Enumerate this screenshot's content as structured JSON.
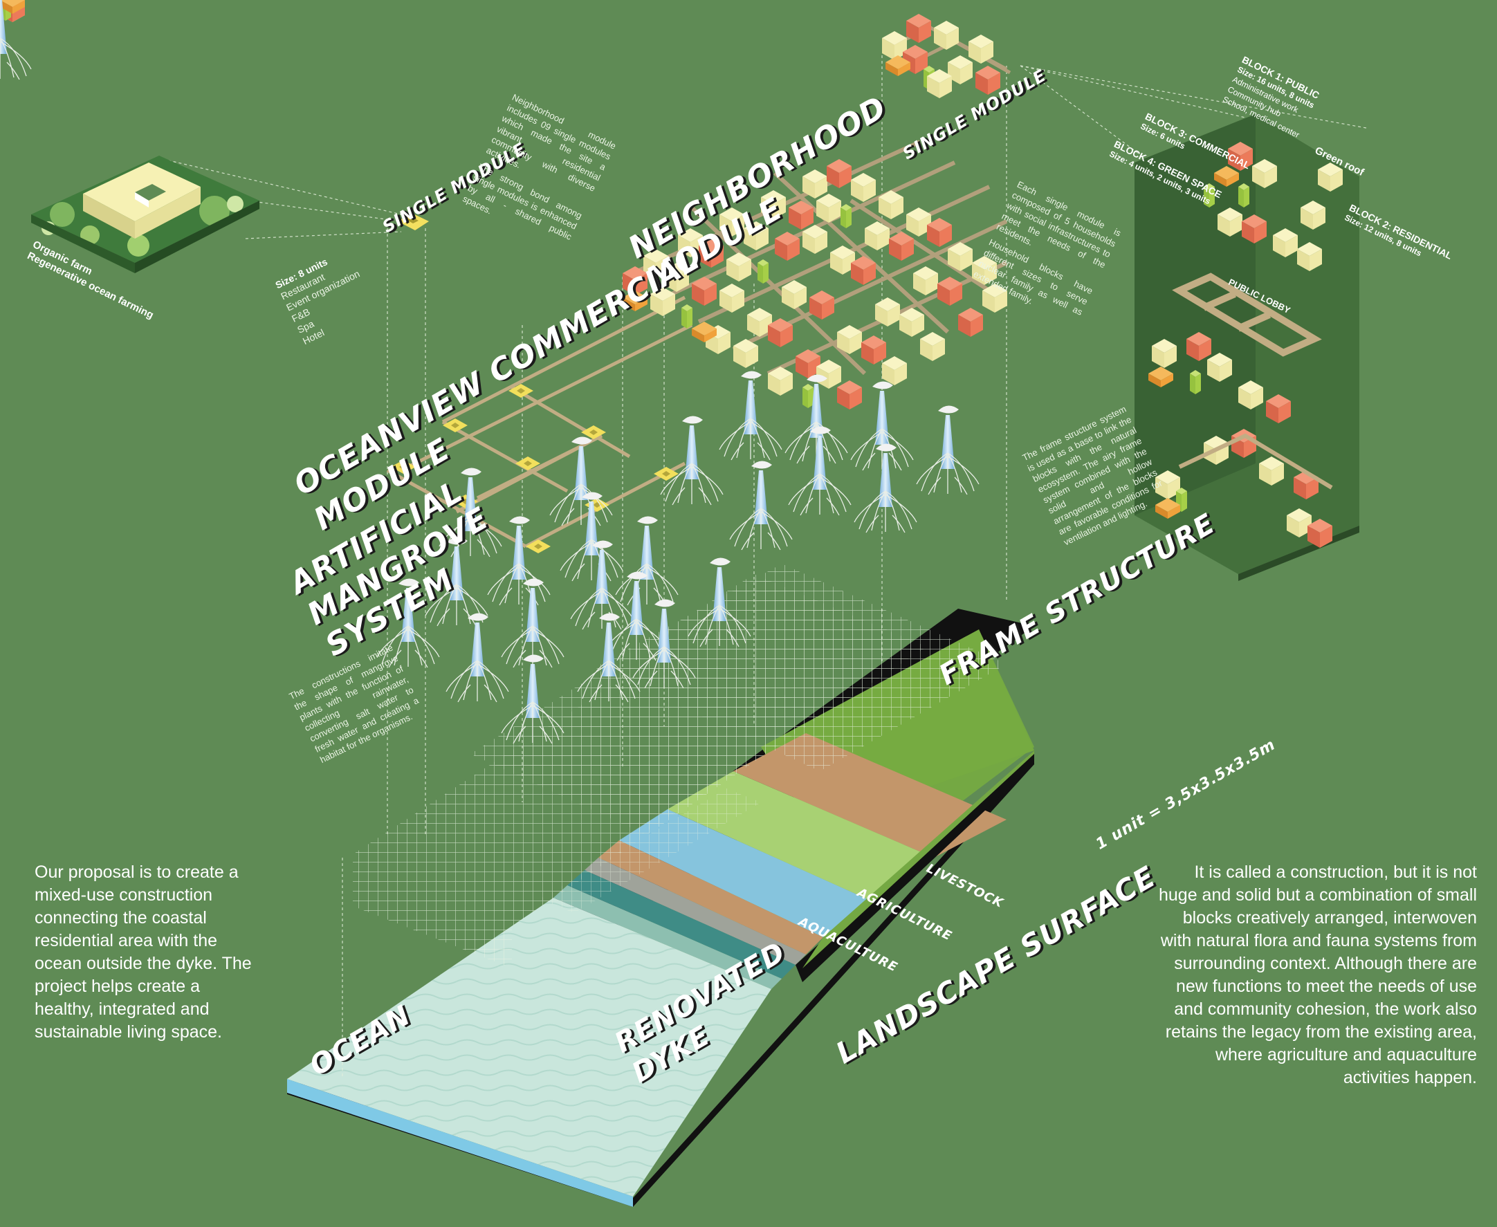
{
  "labels": {
    "neighborhood_module": "NEIGHBORHOOD MODULE",
    "neighborhood_l1": "NEIGHBORHOOD",
    "neighborhood_l2": "MODULE",
    "single_module_left": "SINGLE MODULE",
    "single_module_right": "SINGLE MODULE",
    "oceanview_l1": "OCEANVIEW COMMERCIAL",
    "oceanview_l2": "MODULE",
    "mangrove_l1": "ARTIFICIAL",
    "mangrove_l2": "MANGROVE",
    "mangrove_l3": "SYSTEM",
    "frame_structure": "FRAME STRUCTURE",
    "landscape_surface": "LANDSCAPE SURFACE",
    "ocean": "OCEAN",
    "dyke_l1": "RENOVATED",
    "dyke_l2": "DYKE",
    "livestock": "LIVESTOCK",
    "agriculture": "AGRICULTURE",
    "aquaculture": "AQUACULTURE",
    "unit": "1 unit = 3,5x3.5x3.5m",
    "organic_farm": "Organic farm",
    "ocean_farming": "Regenerative ocean farming",
    "green_roof": "Green roof",
    "public_lobby": "PUBLIC  LOBBY"
  },
  "single_module_info": {
    "size": "Size: 8 units",
    "items": [
      "Restaurant",
      "Event organization",
      "F&B",
      "Spa",
      "Hotel"
    ]
  },
  "neighborhood_text": {
    "p1": "Neighborhood module includes 09 single modules which made the site a vibrant residential community with diverse activities.",
    "p2": "The strong bond among single modules is enhanced by all - shared public spaces."
  },
  "single_module_text": {
    "p1": "Each single module is composed of 5 households with social infrastructures to meet the needs of the residents.",
    "p2": "Household blocks have different sizes to serve nuclear family as well as extended family."
  },
  "frame_text": "The frame structure system is used as a base to link the blocks with the natural ecosystem. The airy frame system combined with the solid and hollow arrangement of the blocks are favorable conditions for ventilation and lighting.",
  "mangrove_text": "The constructions imitate the shape of mangrove plants with the function of collecting rainwater, converting salt water to fresh water and creating a habitat for the organisms.",
  "blocks": [
    {
      "title": "BLOCK 1: PUBLIC",
      "size": "Size: 16 units, 8 units",
      "items": [
        "Administrative work",
        "Community hub",
        "School, medical center"
      ]
    },
    {
      "title": "BLOCK 2: RESIDENTIAL",
      "size": "Size: 12 units, 8 units",
      "items": []
    },
    {
      "title": "BLOCK 3: COMMERCIAL",
      "size": "Size: 6 units",
      "items": []
    },
    {
      "title": "BLOCK 4: GREEN SPACE",
      "size": "Size: 4 units, 2 units, 3 units",
      "items": []
    }
  ],
  "paragraphs": {
    "left": "Our proposal is to create a mixed-use construction connecting the coastal residential area with the ocean outside the dyke. The project helps create a healthy, integrated and sustainable living space.",
    "right": "It is called a construction, but it is not huge and solid but a combination of small blocks creatively arranged, interwoven with natural flora and fauna systems from surrounding context. Although there are new functions to meet the needs of use and community cohesion, the work also retains the legacy from the existing area, where agriculture and aquaculture activities happen."
  },
  "colors": {
    "background": "#5f8b55",
    "cream": "#f6f1b4",
    "salmon": "#ee7d5b",
    "orange": "#f0a23c",
    "lime": "#a6cf48",
    "green_surface": "#74a843",
    "livestock": "#c3966a",
    "agriculture": "#a8d173",
    "aquaculture": "#86c4dd",
    "ocean": "#c9e6dc",
    "walkway": "#b2a07c"
  }
}
